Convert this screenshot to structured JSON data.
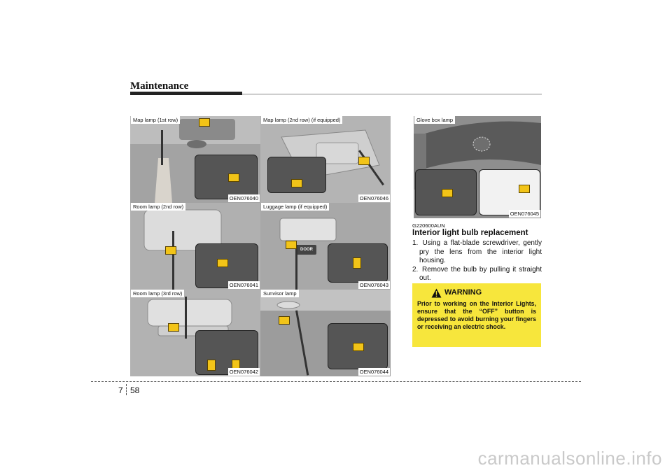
{
  "header": {
    "title": "Maintenance"
  },
  "photos": [
    {
      "caption": "Map lamp (1st row)",
      "code": "OEN076040"
    },
    {
      "caption": "Map lamp (2nd row) (if equipped)",
      "code": "OEN076046"
    },
    {
      "caption": "Room lamp (2nd row)",
      "code": "OEN076041"
    },
    {
      "caption": "Luggage lamp (if equipped)",
      "code": "OEN076043"
    },
    {
      "caption": "Room lamp (3rd row)",
      "code": "OEN076042"
    },
    {
      "caption": "Sunvisor lamp",
      "code": "OEN076044"
    }
  ],
  "glovebox": {
    "caption": "Glove box lamp",
    "code": "OEN076045"
  },
  "panel_labels": {
    "door": "DOOR"
  },
  "section": {
    "code": "G220600AUN",
    "title": "Interior light bulb replacement",
    "steps": [
      {
        "num": "1.",
        "text": "Using a flat-blade screwdriver, gently pry the lens from the interior light housing."
      },
      {
        "num": "2.",
        "text": "Remove the bulb by pulling it straight out."
      }
    ]
  },
  "warning": {
    "label": "WARNING",
    "text": "Prior to working on the Interior Lights, ensure that the “OFF” button is depressed to avoid burning your fingers or receiving an electric shock.",
    "icon": "warning-triangle-icon"
  },
  "footer": {
    "chapter": "7",
    "page": "58"
  },
  "watermark": "carmanualsonline.info",
  "colors": {
    "warning_bg": "#f7e63c",
    "arrow": "#f2c418",
    "photo_gray": "#9a9a9a"
  }
}
